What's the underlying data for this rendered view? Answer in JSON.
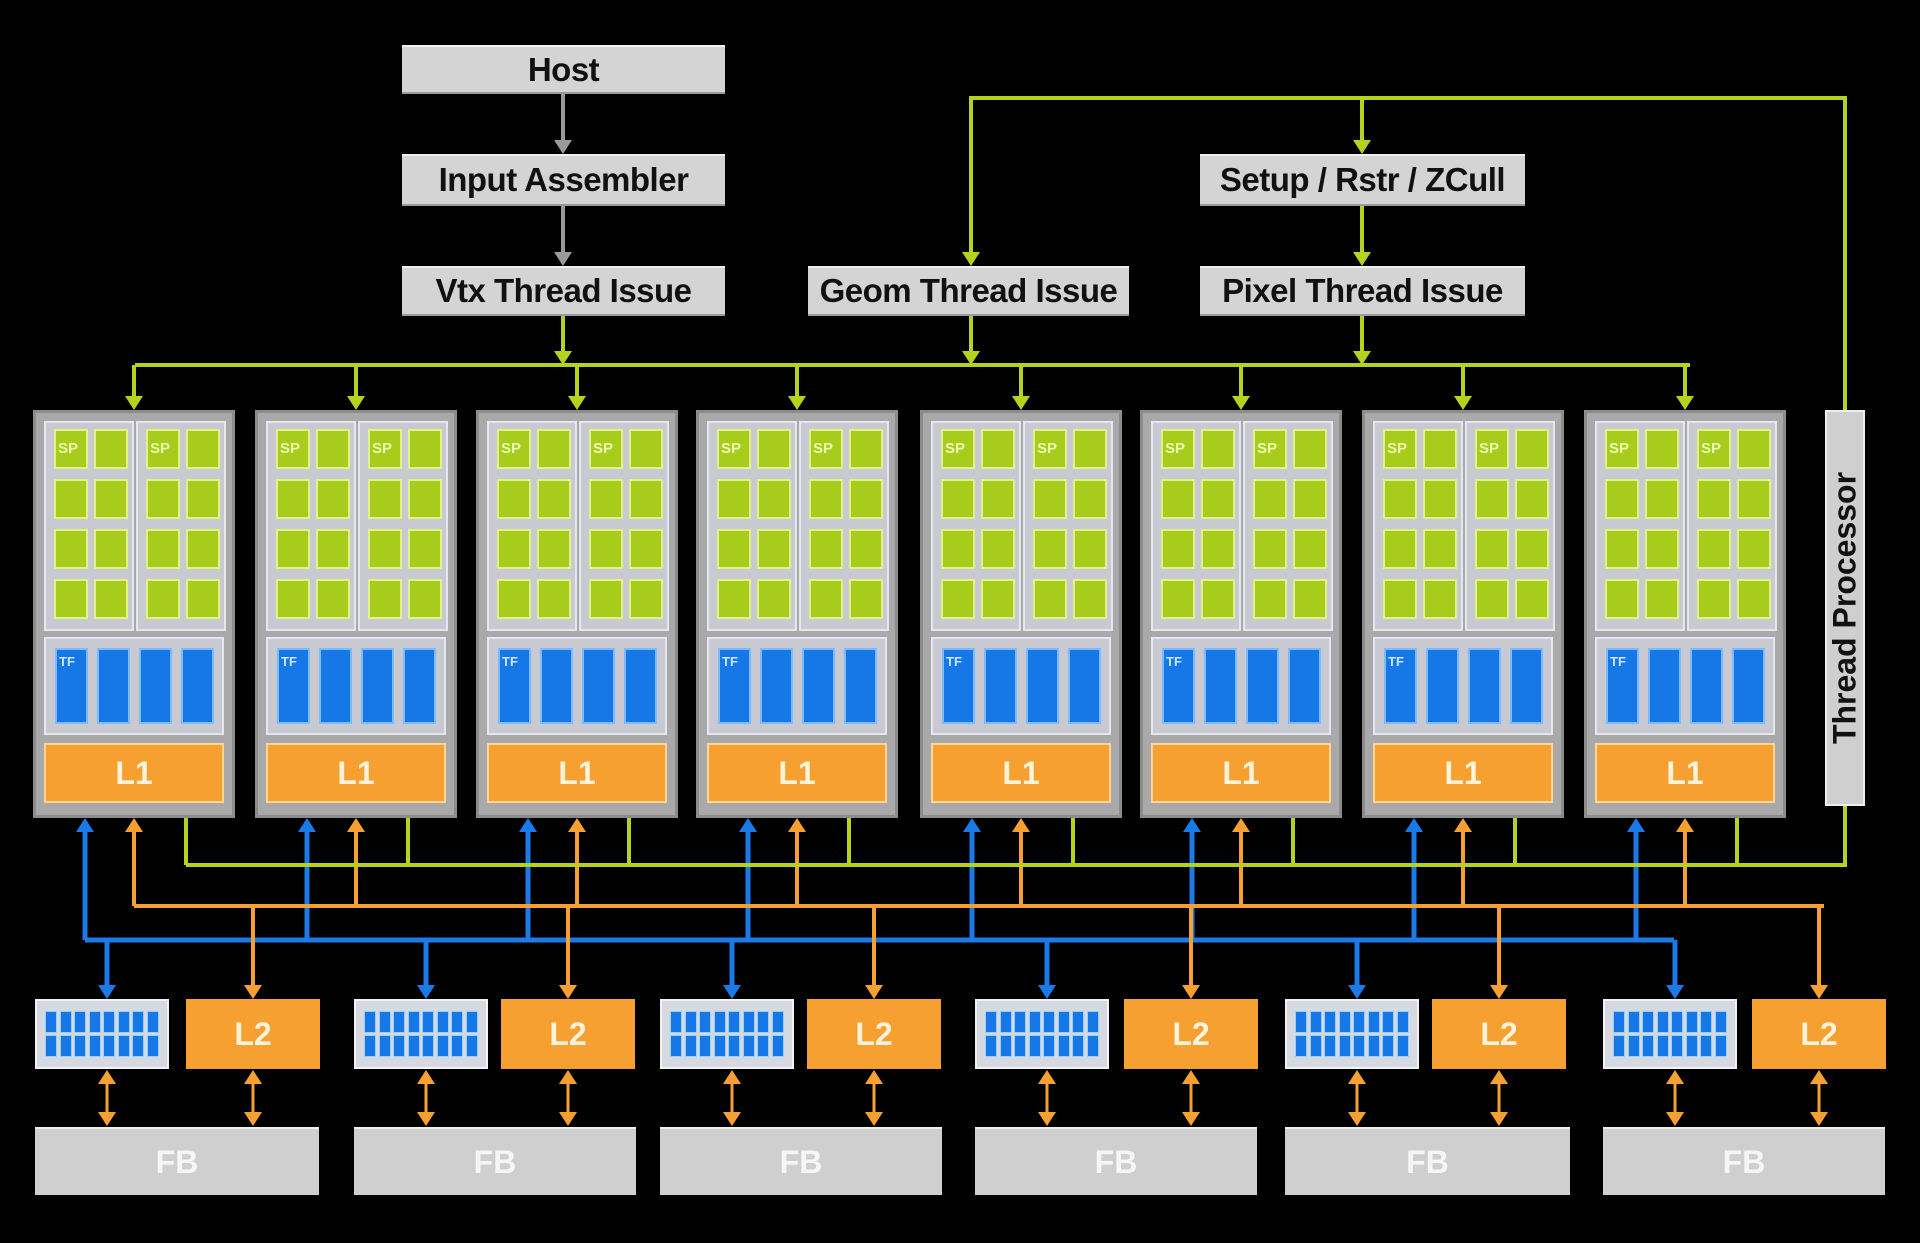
{
  "title": "GPU unified shader architecture block diagram",
  "colors": {
    "background": "#000000",
    "control_green": "#b5d21f",
    "texture_blue": "#1a7ae8",
    "cache_orange": "#f5a030",
    "block_gray": "#d4d4d4",
    "arrow_gray": "#9a9a9a"
  },
  "front_end": {
    "host": "Host",
    "input_assembler": "Input Assembler",
    "vtx_thread_issue": "Vtx Thread Issue",
    "geom_thread_issue": "Geom Thread Issue",
    "setup_rstr_zcull": "Setup / Rstr / ZCull",
    "pixel_thread_issue": "Pixel Thread Issue"
  },
  "thread_processor": "Thread Processor",
  "clusters": {
    "count": 8,
    "sp_label": "SP",
    "sp_groups_per_cluster": 2,
    "sp_per_group": 8,
    "tf_label": "TF",
    "tf_units_per_cluster": 4,
    "l1_label": "L1"
  },
  "memory_partitions": {
    "count": 6,
    "rop_cells": 16,
    "l2_label": "L2",
    "fb_label": "FB"
  }
}
